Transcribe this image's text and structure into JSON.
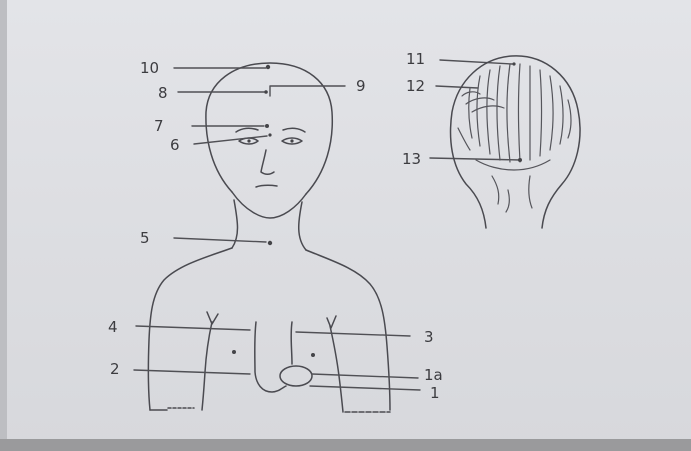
{
  "labels": {
    "l1": "1",
    "l1a": "1a",
    "l2": "2",
    "l3": "3",
    "l4": "4",
    "l5": "5",
    "l6": "6",
    "l7": "7",
    "l8": "8",
    "l9": "9",
    "l10": "10",
    "l11": "11",
    "l12": "12",
    "l13": "13"
  }
}
